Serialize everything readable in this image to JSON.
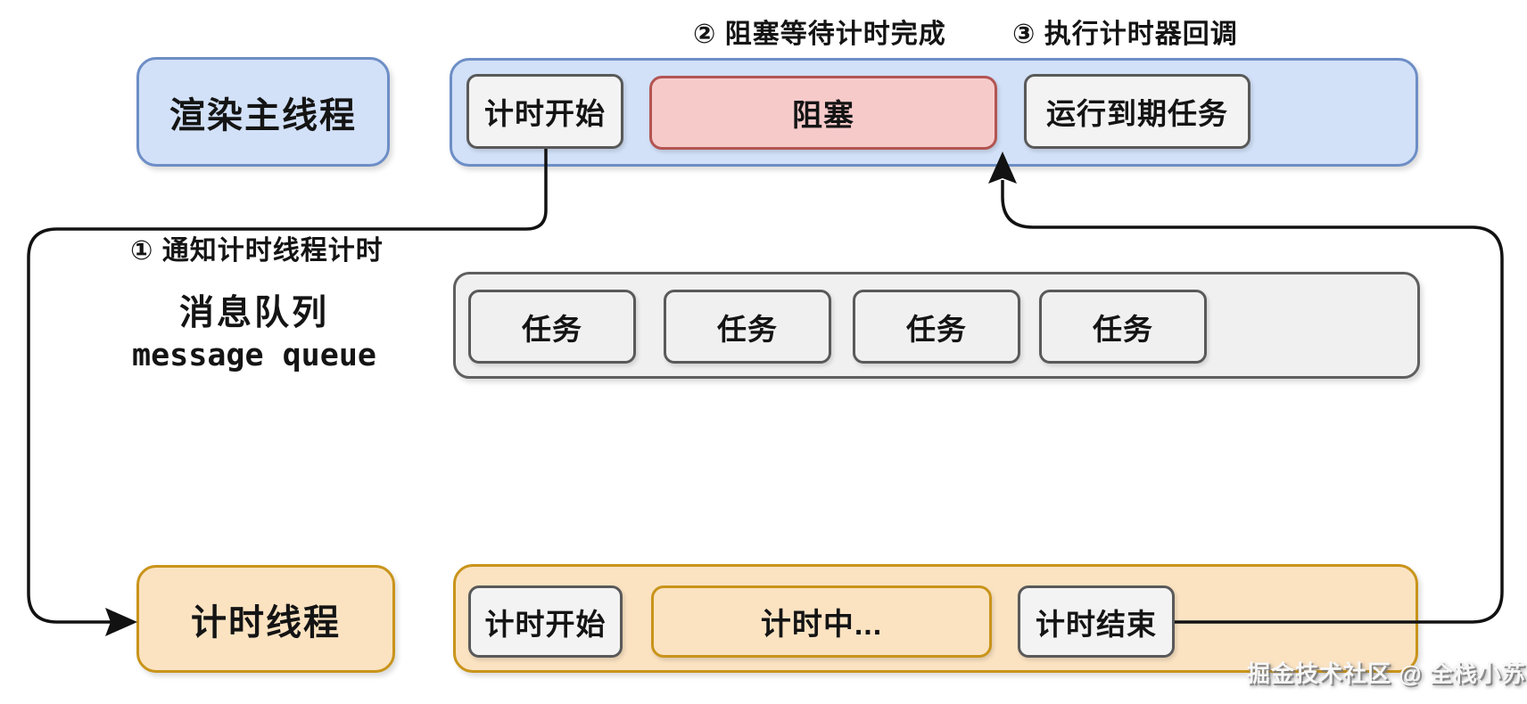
{
  "annotations": {
    "step1": "① 通知计时线程计时",
    "step2": "② 阻塞等待计时完成",
    "step3": "③ 执行计时器回调"
  },
  "render_main_thread": {
    "label": "渲染主线程",
    "nodes": {
      "timing_start": "计时开始",
      "blocked": "阻塞",
      "run_expired": "运行到期任务"
    }
  },
  "message_queue": {
    "label_cn": "消息队列",
    "label_en": "message queue",
    "tasks": [
      "任务",
      "任务",
      "任务",
      "任务"
    ]
  },
  "timer_thread": {
    "label": "计时线程",
    "nodes": {
      "timing_start": "计时开始",
      "timing": "计时中...",
      "timing_end": "计时结束"
    }
  },
  "watermark": "掘金技术社区 @ 全栈小苏",
  "colors": {
    "blue-fill": "#d2e1f8",
    "blue-stroke": "#6d8ec6",
    "gray-fill": "#f3f3f3",
    "gray-stroke": "#595959",
    "red-fill": "#f7caca",
    "red-stroke": "#b35452",
    "orange-fill": "#fbe3c2",
    "orange-stroke": "#c9941a",
    "mq-fill": "#f0f0f0",
    "mq-stroke": "#5f5f5f",
    "line": "#121212",
    "watermark": "#f7f7f7"
  }
}
